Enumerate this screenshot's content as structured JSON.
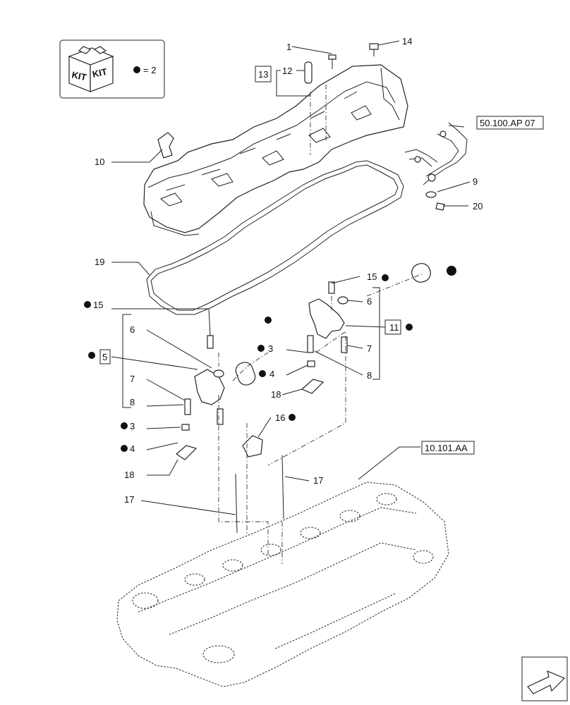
{
  "kit": {
    "legend": "= 2",
    "box_text_left": "KIT",
    "box_text_right": "KIT"
  },
  "refs": {
    "r_50_100": "50.100.AP 07",
    "r_10_101": "10.101.AA"
  },
  "labels": {
    "c1": "1",
    "c14": "14",
    "c13": "13",
    "c12": "12",
    "c10": "10",
    "c9": "9",
    "c20": "20",
    "c19": "19",
    "c15a": "15",
    "c15b": "15",
    "c6a": "6",
    "c6b": "6",
    "c11": "11",
    "c5": "5",
    "c3a": "3",
    "c3b": "3",
    "c7a": "7",
    "c7b": "7",
    "c4a": "4",
    "c4b": "4",
    "c8a": "8",
    "c8b": "8",
    "c18a": "18",
    "c18b": "18",
    "c16": "16",
    "c17a": "17",
    "c17b": "17"
  },
  "colors": {
    "line": "#222222",
    "dot": "#111111",
    "bg": "#ffffff"
  },
  "icons": {
    "kit": "kit-box-icon",
    "nav": "next-page-arrow-icon"
  }
}
